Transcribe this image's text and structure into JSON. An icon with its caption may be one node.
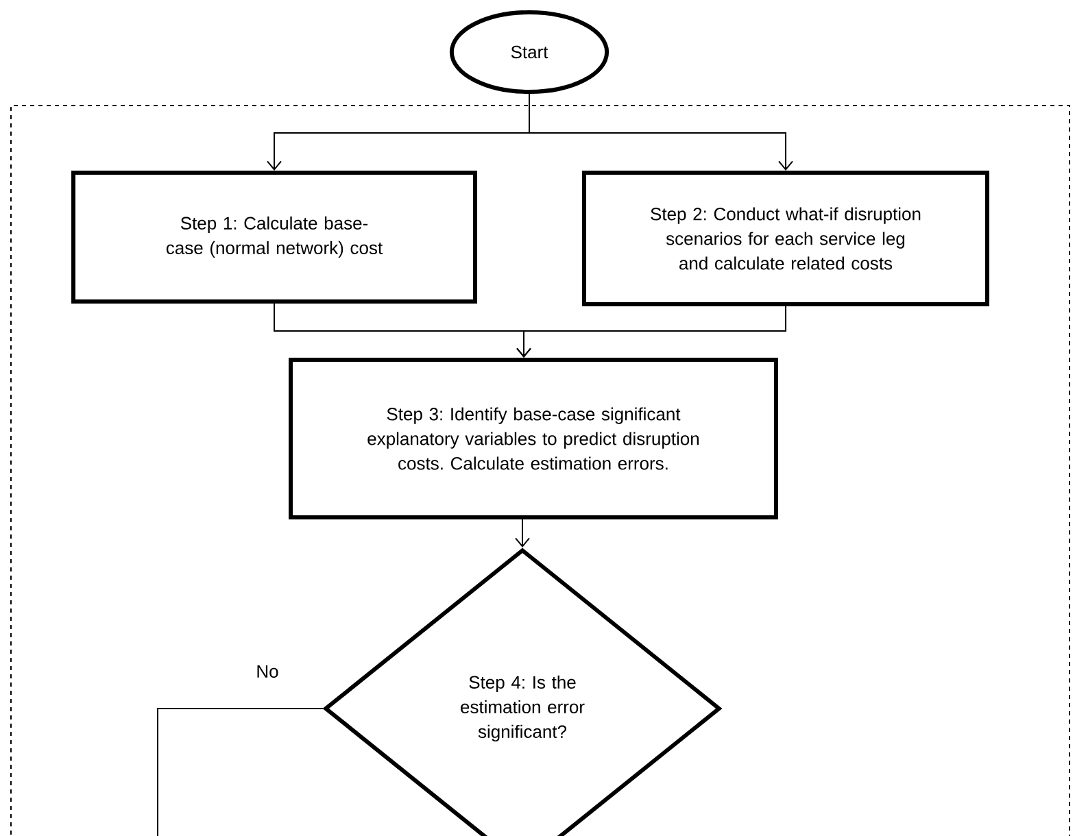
{
  "diagram": {
    "nodes": [
      {
        "text": [
          "Start"
        ]
      },
      {
        "text": [],
        "shape": "box"
      },
      {
        "text": [
          "Step 1: Calculate base-case (normal network) cost"
        ],
        "in": 1
      },
      {
        "text": [
          "Step 2: Conduct what-if disruption scenarios for each service leg and calculate related costs"
        ],
        "in": 1
      },
      {
        "text": [
          "Step 3: Identify base-case significant explanatory variables to predict disruption costs. Calculate estimation errors."
        ],
        "in": 1
      },
      {
        "text": [
          "Step 4: Is the estimation error significant?"
        ],
        "in": 1
      }
    ],
    "edges": [
      {
        "from": 0,
        "to": 2,
        "arrow": "to"
      },
      {
        "from": 0,
        "to": 3,
        "arrow": "to"
      },
      {
        "from": 2,
        "to": 4,
        "arrow": "to"
      },
      {
        "from": 3,
        "to": 4,
        "arrow": "to"
      },
      {
        "from": 4,
        "to": 5,
        "arrow": "to"
      },
      {
        "from": 5,
        "to": null,
        "arrow": "none",
        "label": "No"
      }
    ]
  }
}
